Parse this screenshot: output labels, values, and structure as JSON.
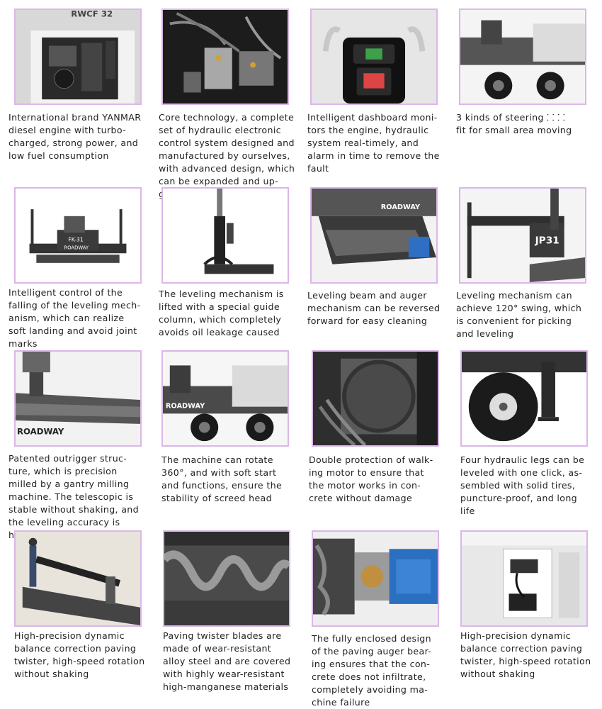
{
  "items": [
    {
      "icon": "diesel-engine-photo",
      "caption": "International brand YANMAR\ndiesel engine with turbo-\ncharged, strong power, and\nlow fuel consumption"
    },
    {
      "icon": "hydraulic-valve-photo",
      "caption": "Core technology, a complete\nset of hydraulic electronic\ncontrol system designed and\nmanufactured by ourselves,\nwith advanced design, which\ncan be expanded and up-\ngraded at any time"
    },
    {
      "icon": "dashboard-photo",
      "caption": "Intelligent dashboard moni-\ntors the engine, hydraulic\nsystem real-timely, and\nalarm in time to remove the\nfault"
    },
    {
      "icon": "steering-machine-photo",
      "caption": "3 kinds of steering ⸬ ⸬\nfit for small area moving"
    },
    {
      "icon": "leveling-frame-photo",
      "caption": "Intelligent control of the\nfalling of the leveling mech-\nanism, which can realize\nsoft landing and avoid joint\nmarks"
    },
    {
      "icon": "guide-column-photo",
      "caption": "The leveling mechanism is\nlifted with a special guide\ncolumn, which completely\navoids oil leakage caused"
    },
    {
      "icon": "leveling-beam-photo",
      "caption": "Leveling beam and auger\nmechanism can be reversed\nforward for easy cleaning"
    },
    {
      "icon": "swing-mechanism-photo",
      "caption": "Leveling mechanism can\nachieve 120° swing, which\nis convenient for picking\nand leveling"
    },
    {
      "icon": "outrigger-photo",
      "caption": "Patented outrigger struc-\nture, which is precision\nmilled by a gantry milling\nmachine. The telescopic is\nstable without shaking, and\nthe leveling accuracy is\nhigh"
    },
    {
      "icon": "rotating-machine-photo",
      "caption": "The machine can rotate\n360°, and with soft start\nand functions, ensure the\nstability of screed head"
    },
    {
      "icon": "walking-motor-photo",
      "caption": "Double protection of walk-\ning motor to ensure that\nthe motor works in con-\ncrete without damage"
    },
    {
      "icon": "solid-tire-photo",
      "caption": "Four hydraulic legs can be\nleveled with one click, as-\nsembled with solid tires,\npuncture-proof, and long\nlife"
    },
    {
      "icon": "balance-correction-photo",
      "caption": "High-precision dynamic\nbalance correction paving\ntwister, high-speed rotation\nwithout shaking"
    },
    {
      "icon": "twister-blades-photo",
      "caption": "Paving twister blades are\nmade of wear-resistant\nalloy steel and are covered\nwith highly wear-resistant\nhigh-manganese materials"
    },
    {
      "icon": "auger-bearing-photo",
      "caption": "The fully enclosed design\nof the paving auger bear-\ning ensures that the con-\ncrete does not infiltrate,\ncompletely avoiding ma-\nchine failure"
    },
    {
      "icon": "control-box-photo",
      "caption": "High-precision dynamic\nbalance correction paving\ntwister, high-speed rotation\nwithout shaking"
    }
  ],
  "photo_labels": {
    "engine_top": "RWCF 32",
    "frame_plate": "FK-31",
    "frame_brand": "ROADWAY",
    "beam_brand": "ROADWAY",
    "swing_plate": "JP31",
    "outrigger_brand": "ROADWAY",
    "rotate_brand": "ROADWAY"
  }
}
